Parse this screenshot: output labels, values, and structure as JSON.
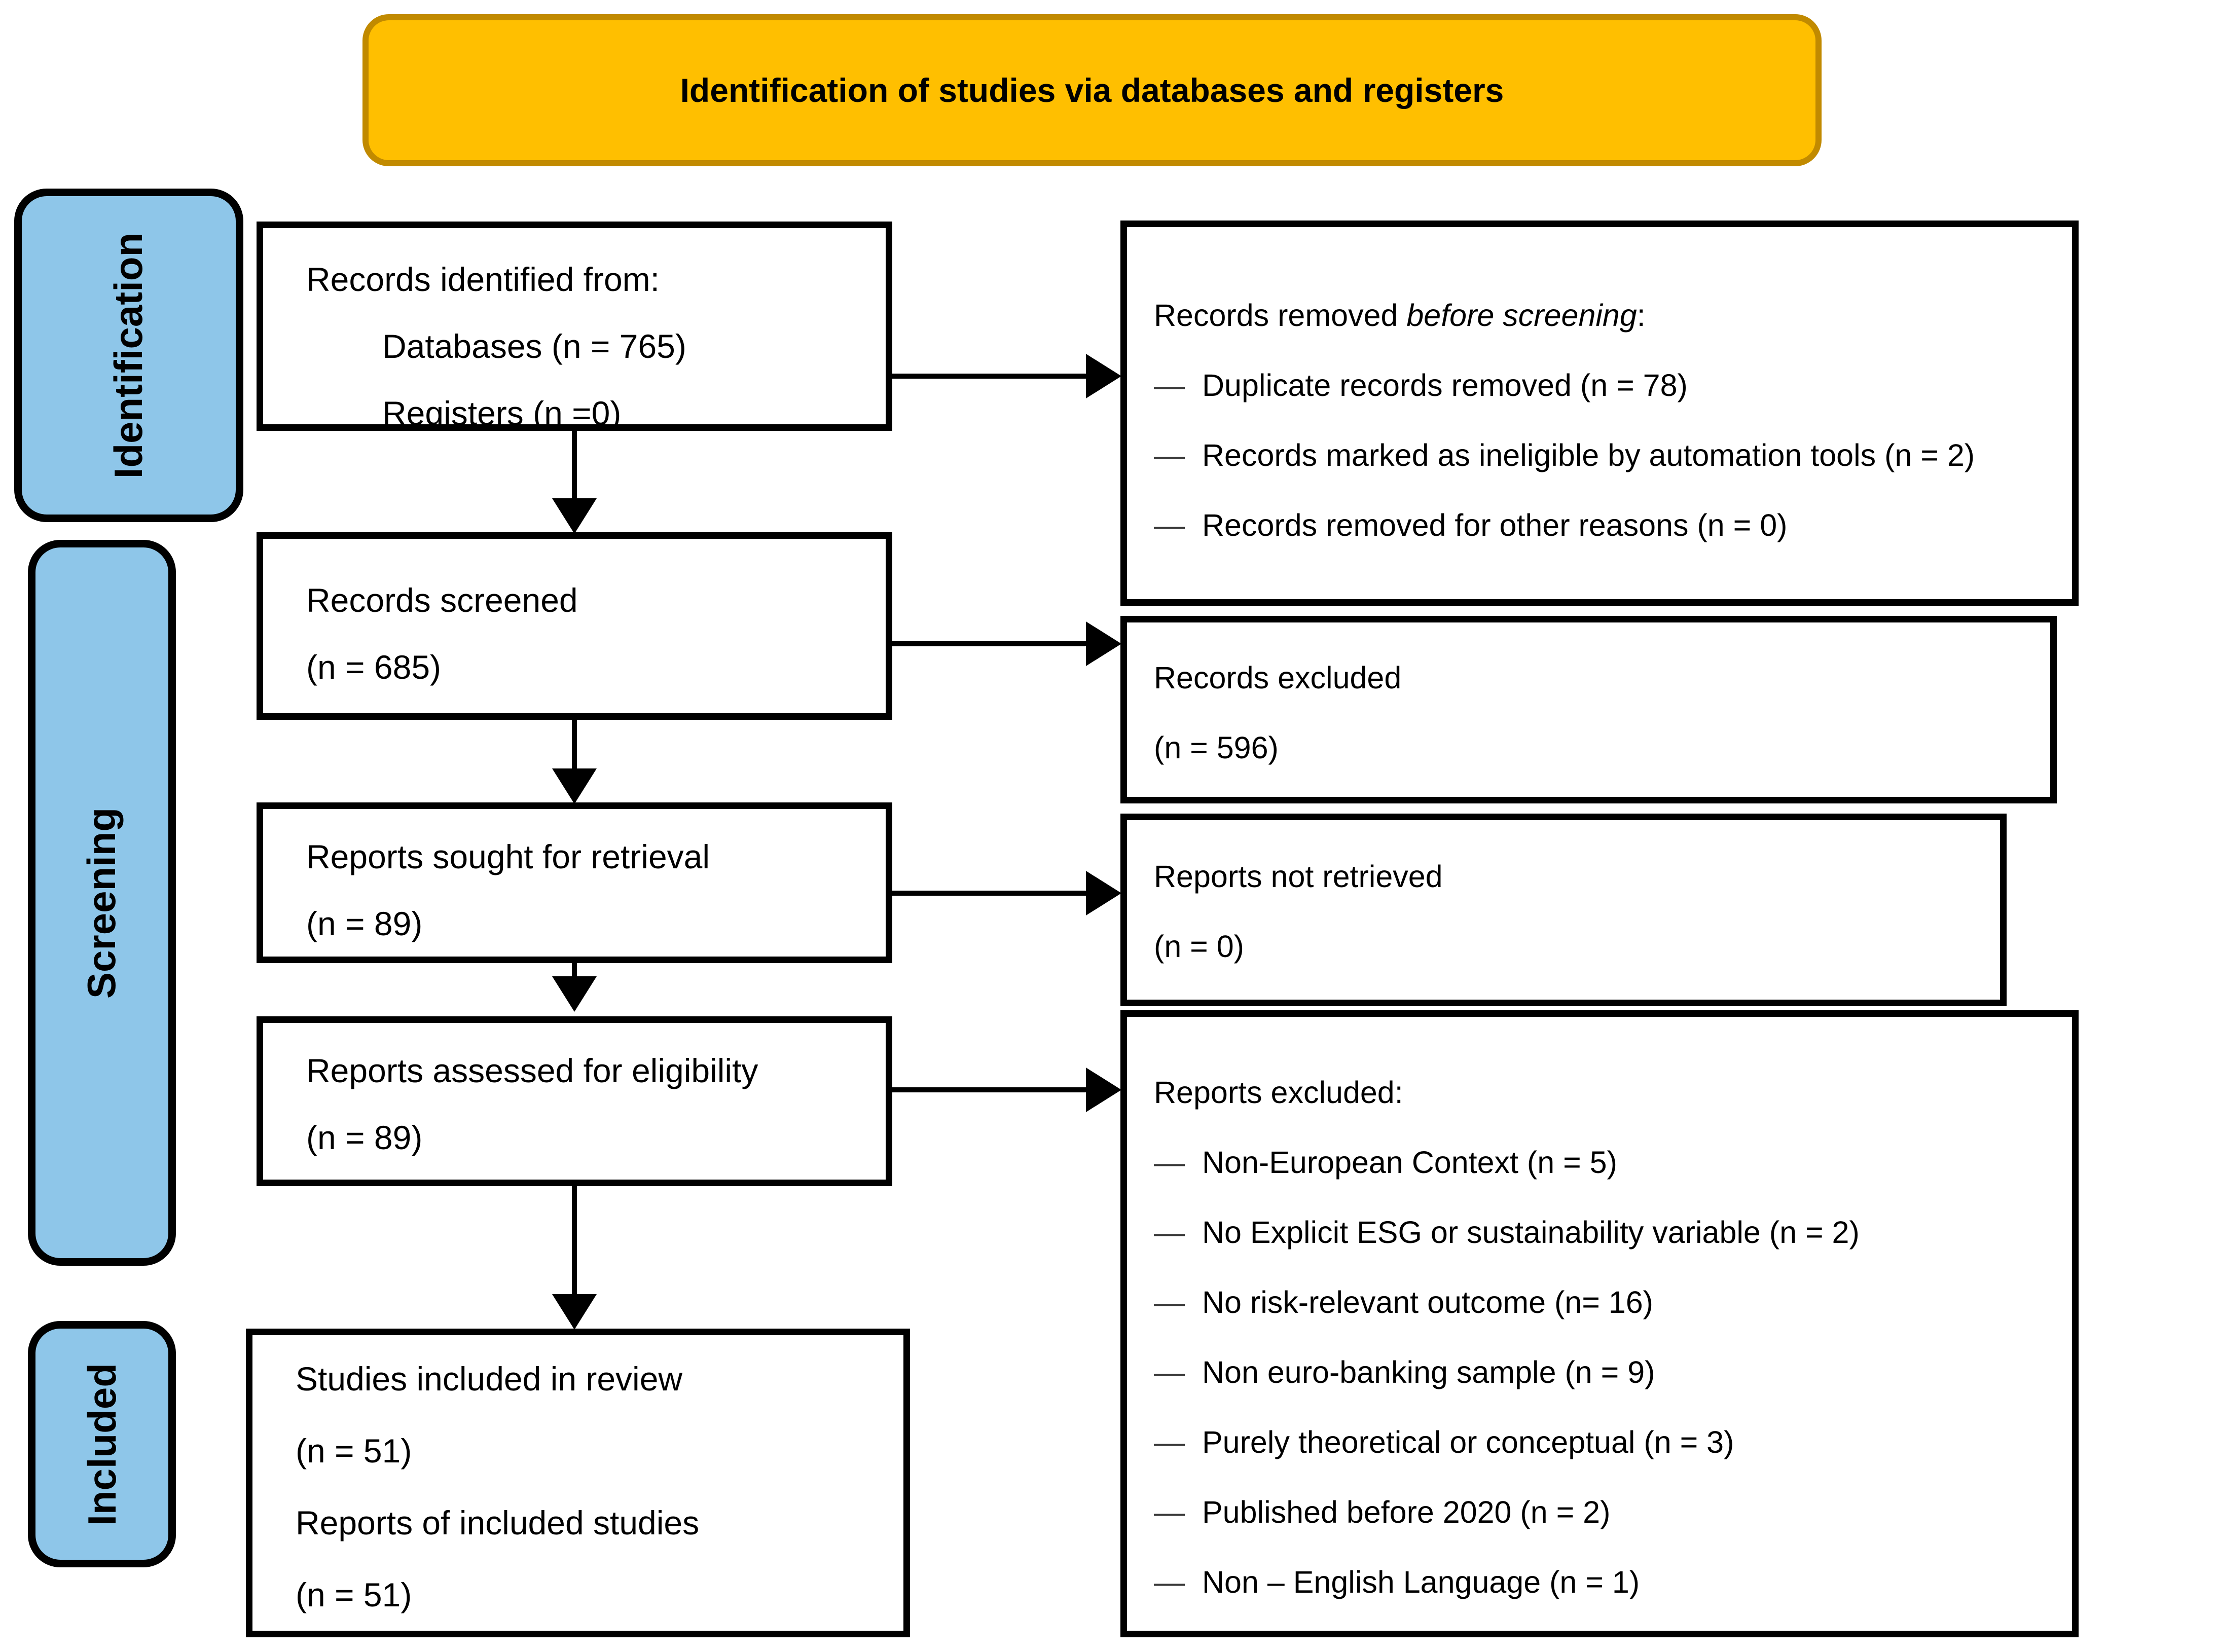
{
  "bullet": "—",
  "colors": {
    "header_bg": "#FFBF00",
    "header_border": "#C18A00",
    "stage_fill": "#8EC6E9",
    "line_color": "#000000"
  },
  "header": {
    "title": "Identification of studies via databases and registers"
  },
  "stages": {
    "identification": {
      "label": "Identification"
    },
    "screening": {
      "label": "Screening"
    },
    "included": {
      "label": "Included"
    }
  },
  "boxes": {
    "records_identified": {
      "line1": "Records identified from:",
      "line2": "Databases (n = 765)",
      "line3": "Registers (n =0)"
    },
    "records_removed": {
      "header_prefix": "Records removed ",
      "header_italic": "before screening",
      "header_suffix": ":",
      "items": [
        "Duplicate records removed (n = 78)",
        "Records marked as ineligible by automation tools (n = 2)",
        "Records removed for other reasons (n = 0)"
      ]
    },
    "records_screened": {
      "line1": "Records screened",
      "line2": "(n = 685)"
    },
    "records_excluded": {
      "line1": "Records excluded",
      "line2": "(n = 596)"
    },
    "reports_sought": {
      "line1": "Reports sought for retrieval",
      "line2": "(n = 89)"
    },
    "reports_not_retrieved": {
      "line1": "Reports not retrieved",
      "line2": "(n = 0)"
    },
    "reports_assessed": {
      "line1": "Reports assessed for eligibility",
      "line2": "(n = 89)"
    },
    "reports_excluded": {
      "header": "Reports excluded:",
      "items": [
        "Non-European Context (n = 5)",
        "No Explicit ESG or sustainability variable (n = 2)",
        "No risk-relevant outcome (n= 16)",
        "Non euro-banking sample (n = 9)",
        "Purely theoretical or conceptual (n = 3)",
        "Published before 2020 (n = 2)",
        "Non – English Language (n = 1)"
      ]
    },
    "studies_included": {
      "line1": "Studies included in review",
      "line2": "(n = 51)",
      "line3": "Reports of included studies",
      "line4": "(n = 51)"
    }
  }
}
